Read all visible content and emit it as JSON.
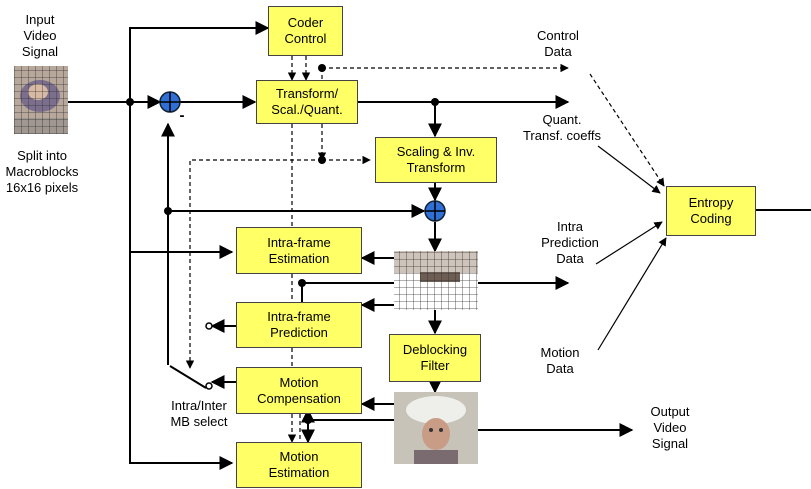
{
  "blocks": {
    "coder_control": [
      "Coder",
      "Control"
    ],
    "transform": [
      "Transform/",
      "Scal./Quant."
    ],
    "scaling": [
      "Scaling & Inv.",
      "Transform"
    ],
    "entropy": [
      "Entropy",
      "Coding"
    ],
    "intra_est": [
      "Intra-frame",
      "Estimation"
    ],
    "intra_pred": [
      "Intra-frame",
      "Prediction"
    ],
    "deblocking": [
      "Deblocking",
      "Filter"
    ],
    "motion_comp": [
      "Motion",
      "Compensation"
    ],
    "motion_est": [
      "Motion",
      "Estimation"
    ]
  },
  "labels": {
    "input": [
      "Input",
      "Video",
      "Signal"
    ],
    "split": [
      "Split into",
      "Macroblocks",
      "16x16 pixels"
    ],
    "control_data": [
      "Control",
      "Data"
    ],
    "quant_coeffs": [
      "Quant.",
      "Transf. coeffs"
    ],
    "intra_pred_data": [
      "Intra",
      "Prediction",
      "Data"
    ],
    "motion_data": [
      "Motion",
      "Data"
    ],
    "output": [
      "Output",
      "Video",
      "Signal"
    ],
    "select": [
      "Intra/Inter",
      "MB select"
    ],
    "minus": "-"
  },
  "colors": {
    "block_fill": "#ffff66",
    "adder_fill": "#2f6fd6"
  }
}
